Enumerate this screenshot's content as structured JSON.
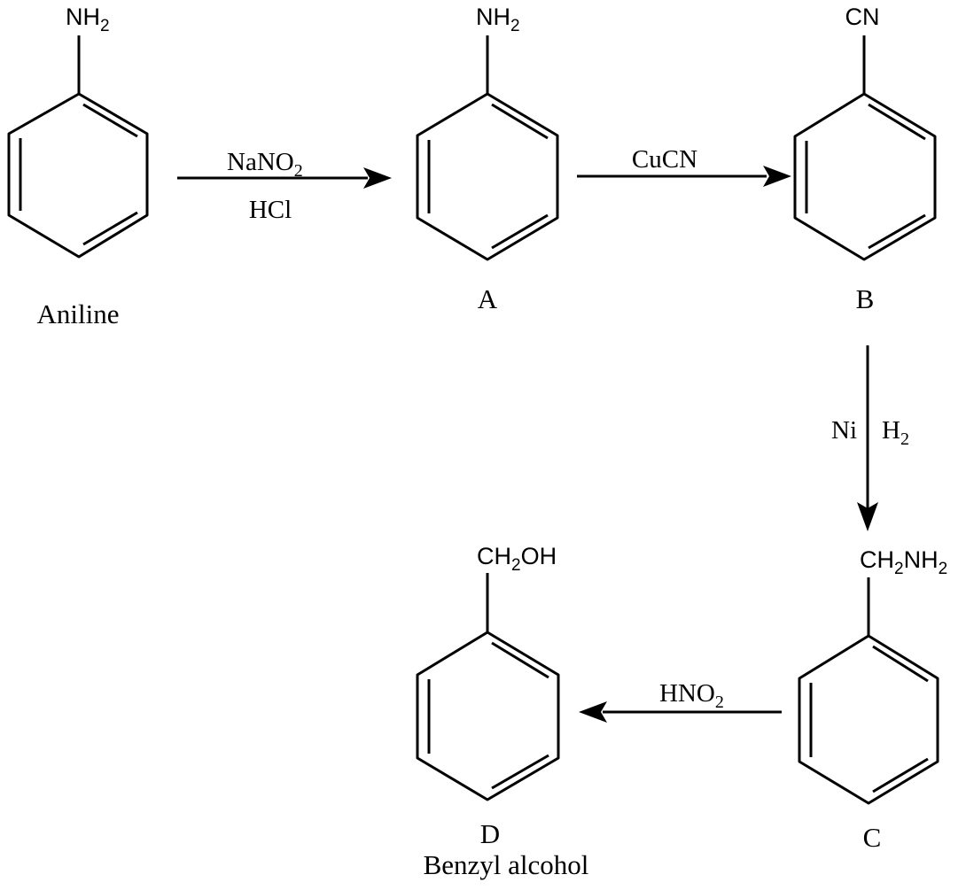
{
  "compounds": {
    "aniline": {
      "group_main": "NH",
      "group_sub": "2",
      "name": "Aniline"
    },
    "a": {
      "group_main": "NH",
      "group_sub": "2",
      "label": "A"
    },
    "b": {
      "group": "CN",
      "label": "B"
    },
    "c": {
      "group_pre": "CH",
      "group_sub1": "2",
      "group_mid": "NH",
      "group_sub2": "2",
      "label": "C"
    },
    "d": {
      "group_pre": "CH",
      "group_sub": "2",
      "group_post": "OH",
      "label": "D",
      "name": "Benzyl alcohol"
    }
  },
  "reagents": {
    "step1": {
      "top_main": "NaNO",
      "top_sub": "2",
      "bottom": "HCl"
    },
    "step2": {
      "top": "CuCN"
    },
    "step3": {
      "left": "Ni",
      "right_main": "H",
      "right_sub": "2"
    },
    "step4": {
      "top_main": "HNO",
      "top_sub": "2"
    }
  },
  "colors": {
    "ink": "#000000",
    "background": "#ffffff"
  }
}
